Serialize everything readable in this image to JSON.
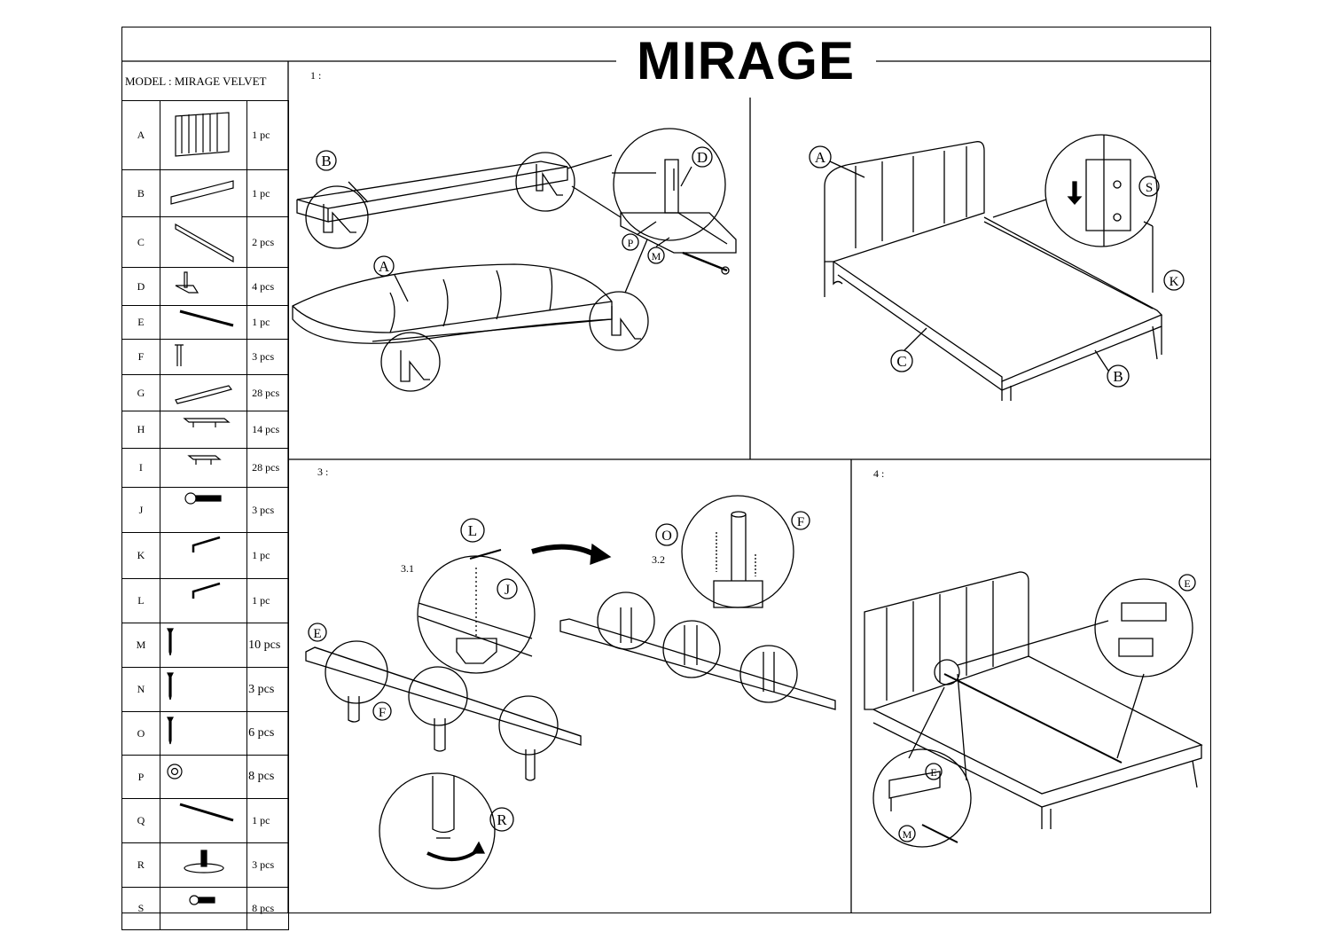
{
  "title": "MIRAGE",
  "model": "MODEL :  MIRAGE VELVET",
  "parts": [
    {
      "letter": "A",
      "icon": "headboard",
      "qty": "1 pc"
    },
    {
      "letter": "B",
      "icon": "footboard-rail",
      "qty": "1 pc"
    },
    {
      "letter": "C",
      "icon": "side-rail",
      "qty": "2 pcs"
    },
    {
      "letter": "D",
      "icon": "leg-bracket",
      "qty": "4 pcs"
    },
    {
      "letter": "E",
      "icon": "center-beam",
      "qty": "1 pc"
    },
    {
      "letter": "F",
      "icon": "center-leg",
      "qty": "3 pcs"
    },
    {
      "letter": "G",
      "icon": "slat",
      "qty": "28 pcs"
    },
    {
      "letter": "H",
      "icon": "slat-holder-double",
      "qty": "14 pcs"
    },
    {
      "letter": "I",
      "icon": "slat-holder-single",
      "qty": "28 pcs"
    },
    {
      "letter": "J",
      "icon": "long-bolt",
      "qty": "3 pcs"
    },
    {
      "letter": "K",
      "icon": "allen-key",
      "qty": "1 pc"
    },
    {
      "letter": "L",
      "icon": "allen-key",
      "qty": "1 pc"
    },
    {
      "letter": "M",
      "icon": "screw",
      "qty": "10 pcs"
    },
    {
      "letter": "N",
      "icon": "screw",
      "qty": "3 pcs"
    },
    {
      "letter": "O",
      "icon": "screw",
      "qty": "6 pcs"
    },
    {
      "letter": "P",
      "icon": "washer",
      "qty": "8 pcs"
    },
    {
      "letter": "Q",
      "icon": "rod",
      "qty": "1 pc"
    },
    {
      "letter": "R",
      "icon": "leveling-foot",
      "qty": "3 pcs"
    },
    {
      "letter": "S",
      "icon": "short-bolt",
      "qty": "8 pcs"
    }
  ],
  "steps": {
    "s1": {
      "label": "1 :",
      "callouts": {
        "b": "B",
        "a": "A",
        "d": "D",
        "p": "P",
        "m": "M"
      }
    },
    "s2": {
      "callouts": {
        "a": "A",
        "s": "S",
        "k": "K",
        "c": "C",
        "b": "B"
      }
    },
    "s3": {
      "label": "3 :",
      "sub1": "3.1",
      "sub2": "3.2",
      "callouts": {
        "l": "L",
        "j": "J",
        "e": "E",
        "f": "F",
        "r": "R",
        "o": "O",
        "f2": "F"
      }
    },
    "s4": {
      "label": "4 :",
      "callouts": {
        "e": "E",
        "e2": "E",
        "m": "M"
      }
    }
  }
}
